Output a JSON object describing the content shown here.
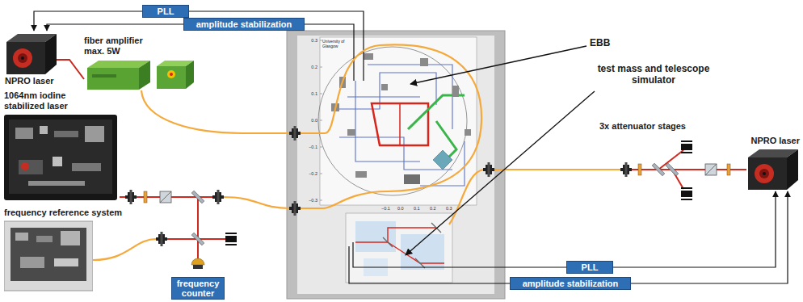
{
  "diagram": {
    "nodes": [
      {
        "text": [
          "PLL"
        ]
      },
      {
        "text": [
          "amplitude stabilization"
        ]
      },
      {
        "text": [
          "NPRO laser"
        ]
      },
      {
        "text": [
          "fiber amplifier max. 5W"
        ]
      },
      {
        "text": [
          "1064nm iodine stabilized laser"
        ]
      },
      {
        "text": [
          "frequency reference system"
        ]
      },
      {
        "text": [
          "frequency counter"
        ]
      },
      {
        "text": [
          "PLL"
        ]
      },
      {
        "text": [
          "amplitude stabilization"
        ]
      },
      {
        "text": [
          "NPRO laser"
        ]
      }
    ],
    "edges": [
      {
        "from": 0,
        "to": 2,
        "arrow": "to"
      },
      {
        "from": 1,
        "to": 2,
        "arrow": "to"
      },
      {
        "from": 2,
        "to": 3,
        "arrow": "none"
      },
      {
        "from": 7,
        "to": 9,
        "arrow": "to"
      },
      {
        "from": 8,
        "to": 9,
        "arrow": "to"
      }
    ],
    "labels": [
      "EBB",
      "test mass and telescope simulator",
      "3x attenuator stages",
      "University of Glasgow",
      "0.3",
      "0.2",
      "0.1",
      "0.0",
      "−0.1",
      "−0.2",
      "−0.3",
      "−0.1",
      "0.0",
      "0.1",
      "0.2",
      "0.3"
    ]
  }
}
